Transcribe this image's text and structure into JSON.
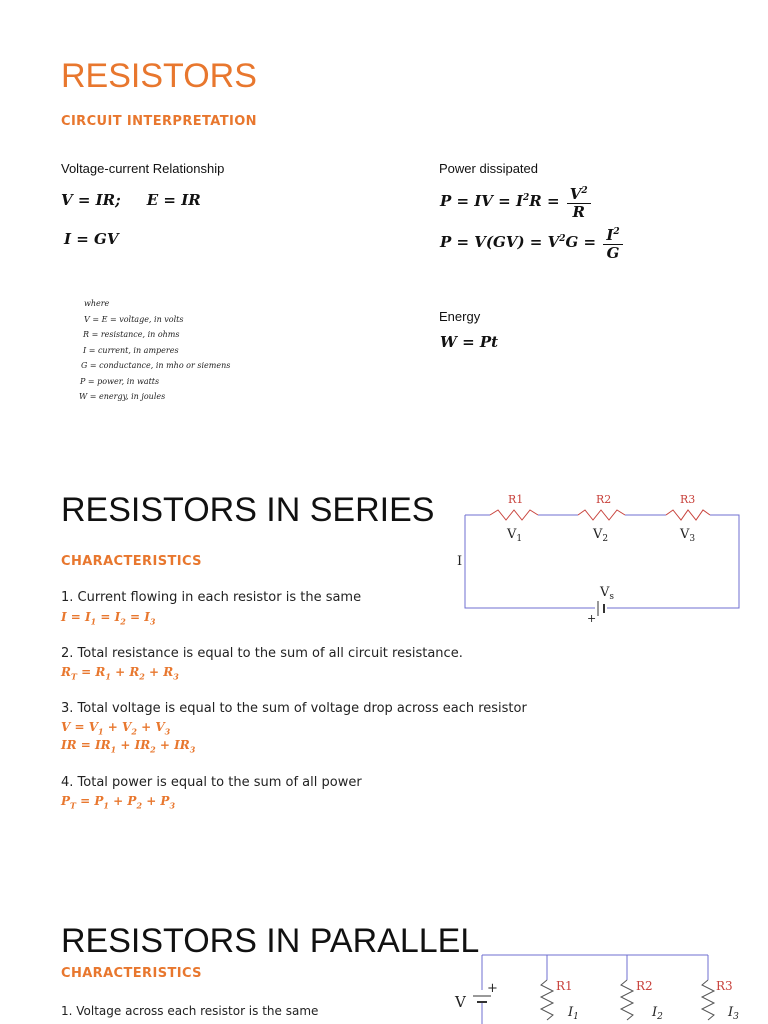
{
  "title": "RESISTORS",
  "circuit_interpretation": "CIRCUIT INTERPRETATION",
  "vc_label": "Voltage-current Relationship",
  "power_label": "Power dissipated",
  "energy_label": "Energy",
  "legend": [
    "where",
    "V = E = voltage, in volts",
    "R = resistance, in ohms",
    "I = current, in amperes",
    "G = conductance, in mho or siemens",
    "P = power, in watts",
    "W = energy, in joules"
  ],
  "series": {
    "title": "RESISTORS IN SERIES",
    "characteristics": "CHARACTERISTICS",
    "items": [
      "1.   Current flowing in each resistor is the same",
      "2. Total resistance is equal to the sum of all circuit resistance.",
      "3. Total voltage is equal to the sum of voltage drop across each resistor",
      "4. Total power is equal to the sum of all power"
    ],
    "circuit": {
      "resistors": [
        "R1",
        "R2",
        "R3"
      ],
      "voltages": [
        "V1",
        "V2",
        "V3"
      ],
      "current": "I",
      "source": "Vs",
      "plus": "+"
    }
  },
  "parallel": {
    "title": "RESISTORS IN PARALLEL",
    "characteristics": "CHARACTERISTICS",
    "items": [
      "1.   Voltage across each resistor is the same"
    ],
    "circuit": {
      "resistors": [
        "R1",
        "R2",
        "R3"
      ],
      "currents": [
        "I1",
        "I2",
        "I3"
      ],
      "source": "V",
      "plus": "+"
    }
  },
  "colors": {
    "accent": "#e8772e",
    "wire": "#6f6fd0",
    "resistor": "#c8423c"
  }
}
